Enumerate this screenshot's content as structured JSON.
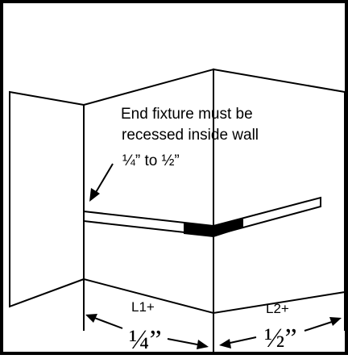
{
  "diagram": {
    "callout": {
      "line1": "End fixture must be",
      "line2": "recessed inside wall",
      "line3": "¼” to ½”"
    },
    "dimensions": {
      "left": {
        "label": "L1+",
        "value": "¼”"
      },
      "right": {
        "label": "L2+",
        "value": "½”"
      }
    },
    "colors": {
      "ink": "#000000",
      "paper": "#ffffff"
    }
  }
}
